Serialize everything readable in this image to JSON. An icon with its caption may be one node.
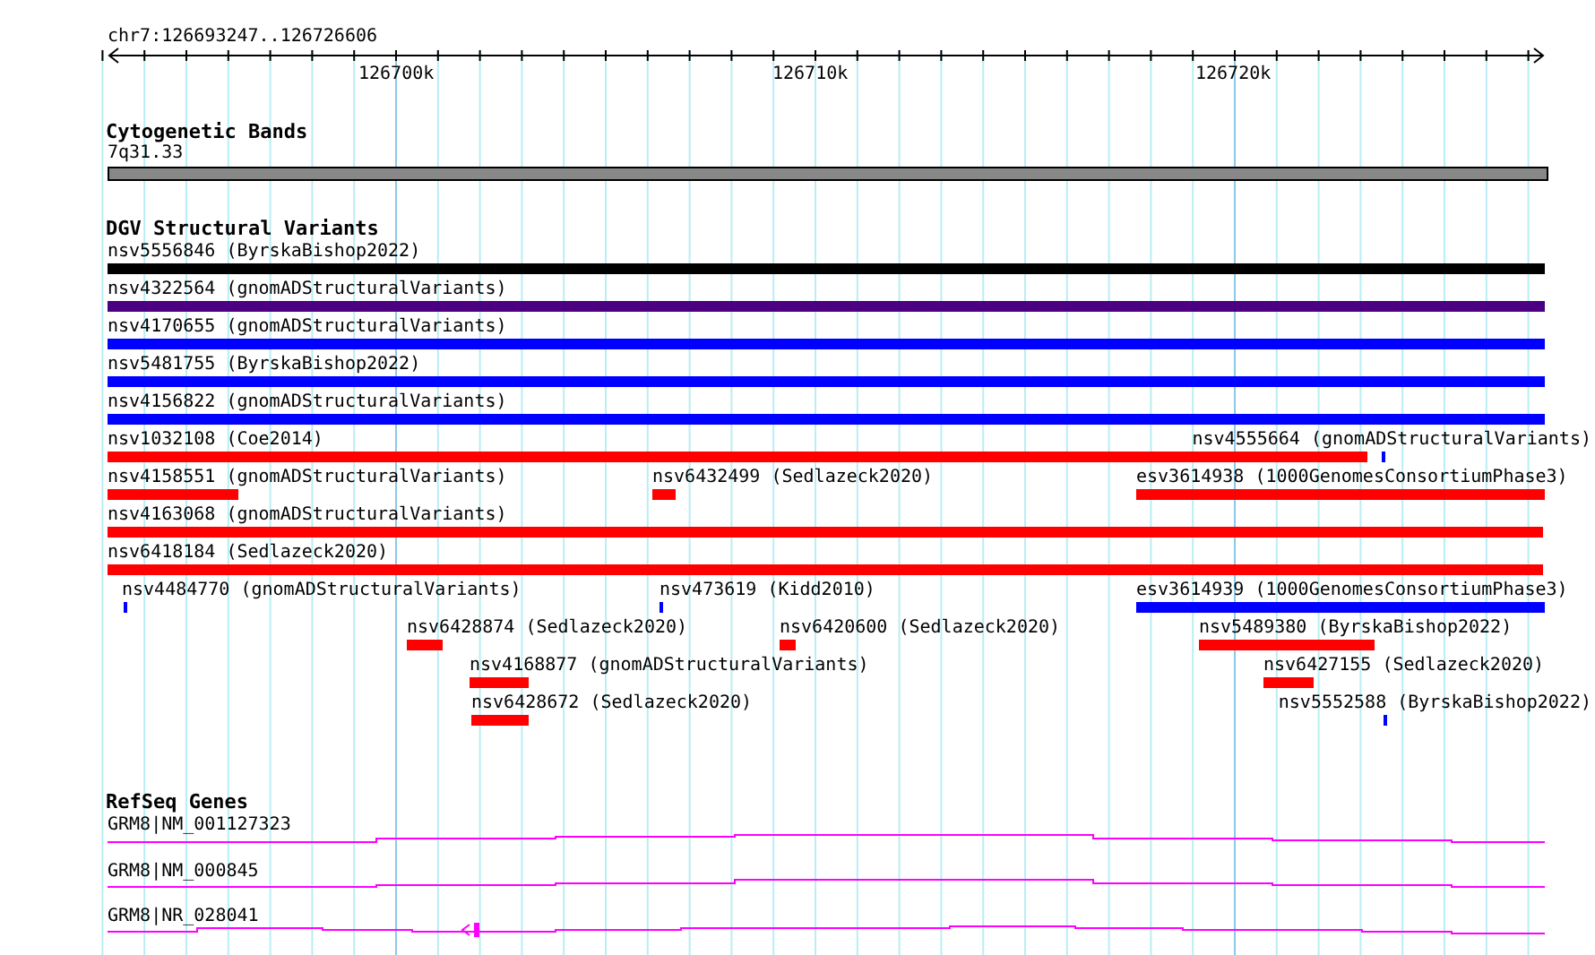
{
  "diagram": {
    "nodes": [
      {
        "text": [
          "7q31.33"
        ]
      },
      {
        "text": [
          "nsv5556846 (ByrskaBishop2022)"
        ]
      },
      {
        "text": [
          "nsv4322564 (gnomADStructuralVariants)"
        ]
      },
      {
        "text": [
          "nsv4170655 (gnomADStructuralVariants)"
        ]
      },
      {
        "text": [
          "nsv5481755 (ByrskaBishop2022)"
        ]
      },
      {
        "text": [
          "nsv4156822 (gnomADStructuralVariants)"
        ]
      },
      {
        "text": [
          "nsv1032108 (Coe2014)"
        ]
      },
      {
        "text": [
          "nsv4555664 (gnomADStructuralVariants)"
        ]
      },
      {
        "text": [
          "nsv4158551 (gnomADStructuralVariants)"
        ]
      },
      {
        "text": [
          "nsv6432499 (Sedlazeck2020)"
        ]
      },
      {
        "text": [
          "esv3614938 (1000GenomesConsortiumPhase3)"
        ]
      },
      {
        "text": [
          "nsv4163068 (gnomADStructuralVariants)"
        ]
      },
      {
        "text": [
          "nsv6418184 (Sedlazeck2020)"
        ]
      },
      {
        "text": [
          "nsv4484770 (gnomADStructuralVariants)"
        ]
      },
      {
        "text": [
          "nsv473619 (Kidd2010)"
        ]
      },
      {
        "text": [
          "esv3614939 (1000GenomesConsortiumPhase3)"
        ]
      },
      {
        "text": [
          "nsv6428874 (Sedlazeck2020)"
        ]
      },
      {
        "text": [
          "nsv6420600 (Sedlazeck2020)"
        ]
      },
      {
        "text": [
          "nsv5489380 (ByrskaBishop2022)"
        ]
      },
      {
        "text": [
          "nsv4168877 (gnomADStructuralVariants)"
        ]
      },
      {
        "text": [
          "nsv6427155 (Sedlazeck2020)"
        ]
      },
      {
        "text": [
          "nsv6428672 (Sedlazeck2020)"
        ]
      },
      {
        "text": [
          "nsv5552588 (ByrskaBishop2022)"
        ]
      },
      {
        "text": [
          "GRM8|NM_001127323"
        ]
      },
      {
        "text": [
          "GRM8|NM_000845"
        ]
      },
      {
        "text": [
          "GRM8|NR_028041"
        ]
      }
    ],
    "labels": [
      "chr7:126693247..126726606",
      "126700k",
      "126710k",
      "126720k",
      "Cytogenetic Bands",
      "DGV Structural Variants",
      "RefSeq Genes"
    ]
  }
}
